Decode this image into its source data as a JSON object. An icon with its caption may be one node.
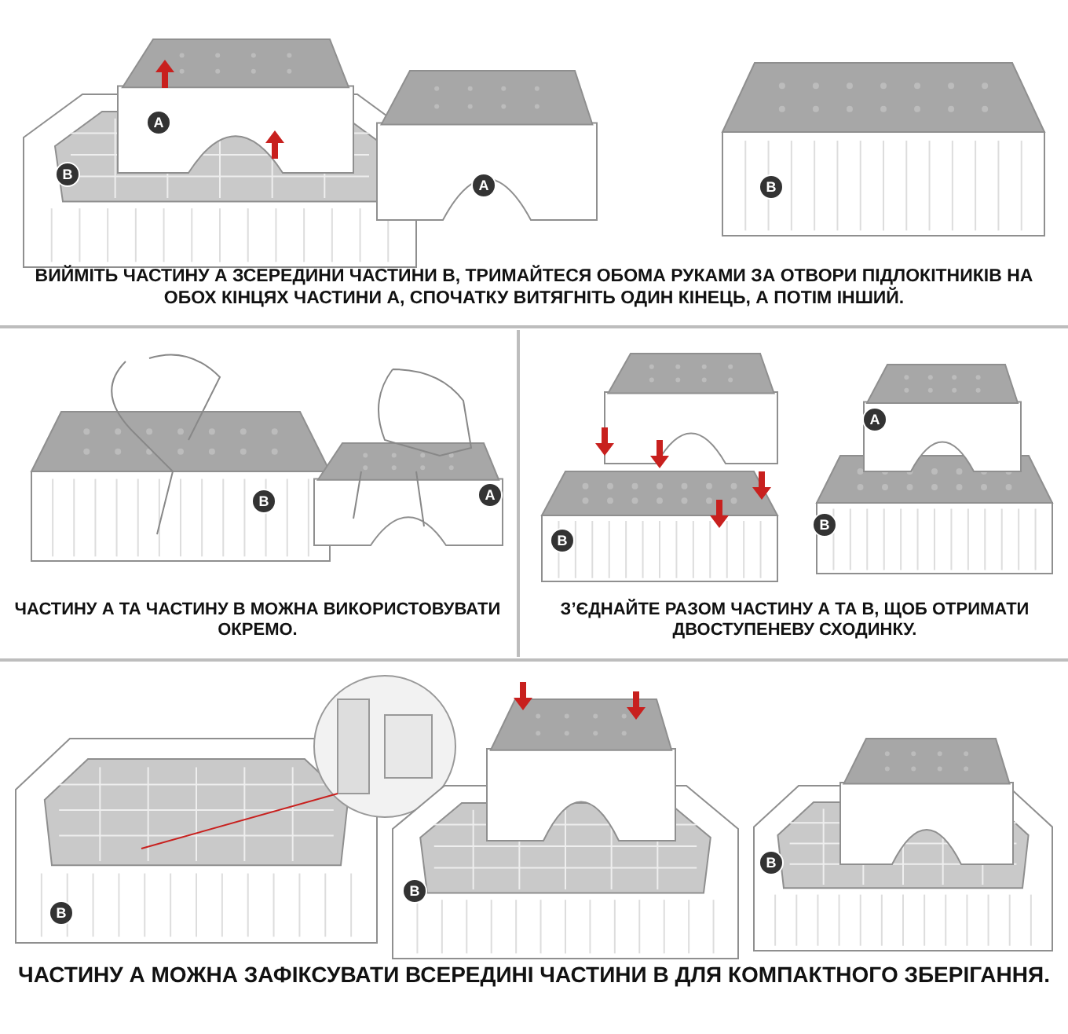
{
  "diagram": {
    "labels": [
      "A",
      "B",
      "A",
      "B",
      "ВИЙМІТЬ ЧАСТИНУ А ЗСЕРЕДИНИ ЧАСТИНИ В, ТРИМАЙТЕСЯ ОБОМА РУКАМИ ЗА ОТВОРИ ПІДЛОКІТНИКІВ НА ОБОХ КІНЦЯХ ЧАСТИНИ А, СПОЧАТКУ ВИТЯГНІТЬ ОДИН КІНЕЦЬ, А ПОТІМ ІНШИЙ.",
      "B",
      "A",
      "A",
      "B",
      "B",
      "ЧАСТИНУ А ТА ЧАСТИНУ В МОЖНА ВИКОРИСТОВУВАТИ ОКРЕМО.",
      "З’ЄДНАЙТЕ РАЗОМ ЧАСТИНУ А ТА В, ЩОБ ОТРИМАТИ ДВОСТУПЕНЕВУ СХОДИНКУ.",
      "B",
      "B",
      "B",
      "ЧАСТИНУ А МОЖНА ЗАФІКСУВАТИ ВСЕРЕДИНІ ЧАСТИНИ В ДЛЯ КОМПАКТНОГО ЗБЕРІГАННЯ."
    ]
  }
}
